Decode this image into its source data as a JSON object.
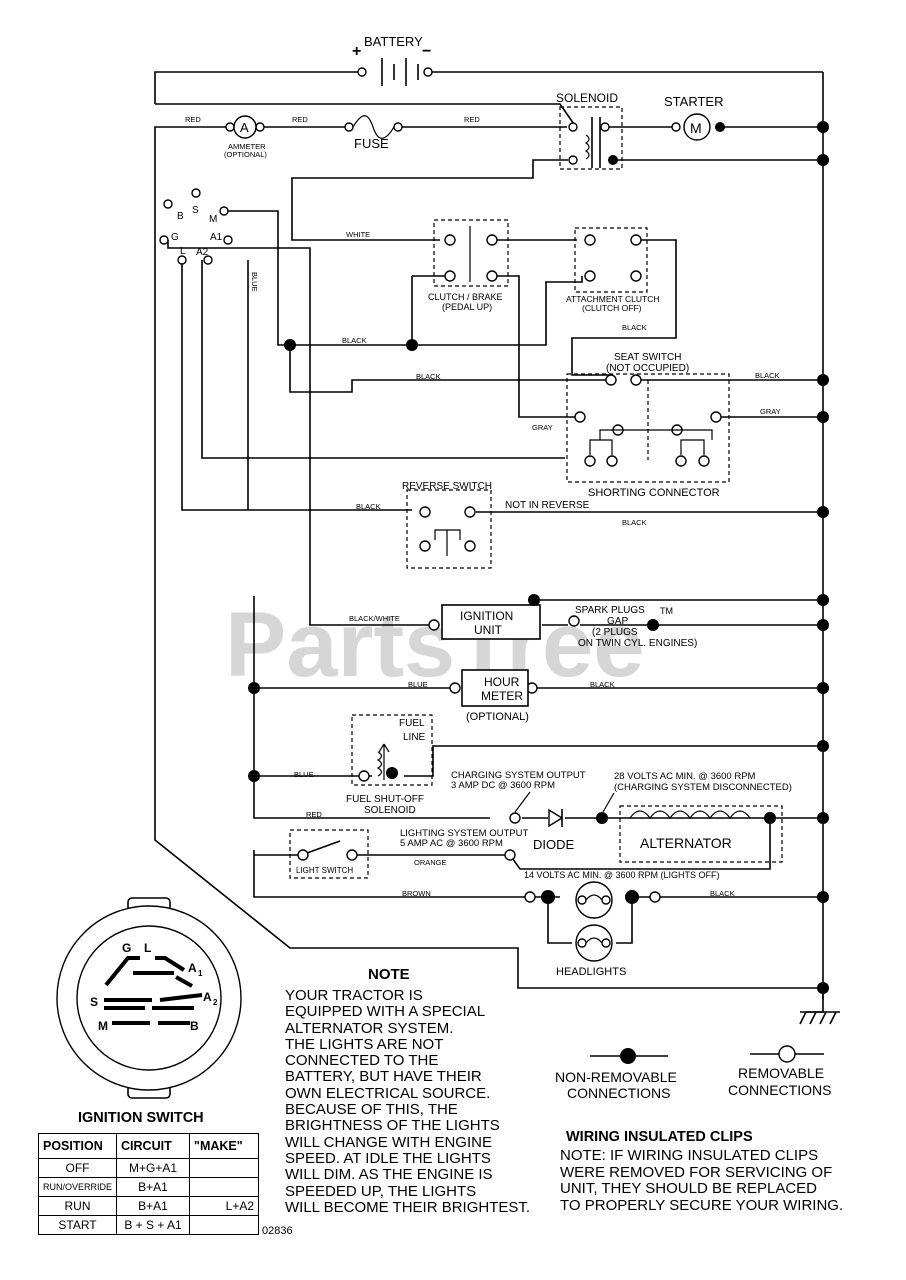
{
  "watermark": "PartsTree",
  "trademark": "TM",
  "components": {
    "battery": "BATTERY",
    "solenoid": "SOLENOID",
    "starter": "STARTER",
    "starter_symbol": "M",
    "ammeter_symbol": "A",
    "ammeter": "AMMETER",
    "ammeter_sub": "(OPTIONAL)",
    "fuse": "FUSE",
    "clutch_brake": "CLUTCH / BRAKE",
    "clutch_brake_sub": "(PEDAL UP)",
    "attachment_clutch": "ATTACHMENT CLUTCH",
    "attachment_clutch_sub": "(CLUTCH OFF)",
    "seat_switch": "SEAT SWITCH",
    "seat_switch_sub": "(NOT OCCUPIED)",
    "shorting_connector": "SHORTING CONNECTOR",
    "reverse_switch": "REVERSE SWITCH",
    "not_in_reverse": "NOT IN REVERSE",
    "ignition_unit_1": "IGNITION",
    "ignition_unit_2": "UNIT",
    "spark_plugs": "SPARK PLUGS",
    "gap": "GAP",
    "plugs_note_1": "(2 PLUGS",
    "plugs_note_2": "ON TWIN CYL. ENGINES)",
    "hour_meter_1": "HOUR",
    "hour_meter_2": "METER",
    "hour_meter_sub": "(OPTIONAL)",
    "fuel": "FUEL",
    "line": "LINE",
    "fuel_solenoid_1": "FUEL SHUT-OFF",
    "fuel_solenoid_2": "SOLENOID",
    "charging_output_1": "CHARGING SYSTEM OUTPUT",
    "charging_output_2": "3 AMP DC @ 3600 RPM",
    "volts_28_1": "28 VOLTS AC MIN. @ 3600 RPM",
    "volts_28_2": "(CHARGING SYSTEM DISCONNECTED)",
    "diode": "DIODE",
    "alternator": "ALTERNATOR",
    "lighting_output_1": "LIGHTING SYSTEM OUTPUT",
    "lighting_output_2": "5 AMP AC @ 3600 RPM",
    "light_switch": "LIGHT SWITCH",
    "volts_14": "14 VOLTS AC MIN. @ 3600 RPM (LIGHTS OFF)",
    "headlights": "HEADLIGHTS"
  },
  "wire_colors": {
    "red": "RED",
    "white": "WHITE",
    "blue": "BLUE",
    "black": "BLACK",
    "gray": "GRAY",
    "black_white": "BLACK/WHITE",
    "orange": "ORANGE",
    "brown": "BROWN"
  },
  "ign_terminals": [
    "B",
    "S",
    "M",
    "G",
    "L",
    "A1",
    "A2"
  ],
  "switch_face": {
    "g": "G",
    "l": "L",
    "a1": "A",
    "a1sub": "1",
    "a2": "A",
    "a2sub": "2",
    "s": "S",
    "m": "M",
    "b": "B"
  },
  "legend": {
    "non_removable_1": "NON-REMOVABLE",
    "non_removable_2": "CONNECTIONS",
    "removable_1": "REMOVABLE",
    "removable_2": "CONNECTIONS"
  },
  "note": {
    "title": "NOTE",
    "body": "YOUR TRACTOR IS\nEQUIPPED WITH A SPECIAL\nALTERNATOR SYSTEM.\nTHE LIGHTS ARE NOT\nCONNECTED TO THE\nBATTERY, BUT HAVE THEIR\nOWN ELECTRICAL SOURCE.\nBECAUSE OF THIS, THE\nBRIGHTNESS OF THE LIGHTS\nWILL CHANGE WITH ENGINE\nSPEED.  AT IDLE THE LIGHTS\nWILL DIM.  AS THE ENGINE IS\nSPEEDED UP, THE LIGHTS\nWILL BECOME THEIR BRIGHTEST."
  },
  "clips": {
    "title": "WIRING INSULATED CLIPS",
    "body": "NOTE: IF WIRING INSULATED CLIPS\nWERE REMOVED FOR SERVICING OF\n UNIT, THEY SHOULD BE REPLACED\n TO PROPERLY SECURE YOUR WIRING."
  },
  "ignition_switch": {
    "title": "IGNITION SWITCH",
    "headers": [
      "POSITION",
      "CIRCUIT",
      "\"MAKE\""
    ],
    "rows": [
      {
        "position": "OFF",
        "circuit": "M+G+A1",
        "make": ""
      },
      {
        "position": "RUN/OVERRIDE",
        "circuit": "B+A1",
        "make": ""
      },
      {
        "position": "RUN",
        "circuit": "B+A1",
        "make": "L+A2"
      },
      {
        "position": "START",
        "circuit": "B + S + A1",
        "make": ""
      }
    ]
  },
  "drawing_number": "02836"
}
